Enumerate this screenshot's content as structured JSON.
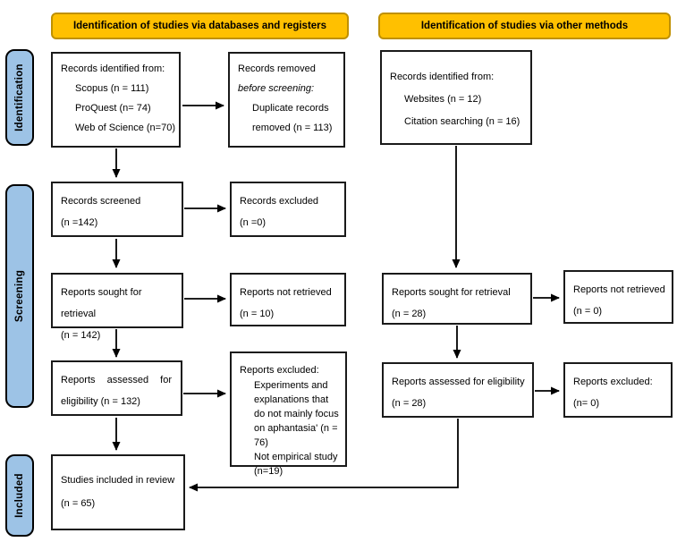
{
  "banners": {
    "databases": "Identification of studies via databases and registers",
    "other": "Identification of studies via other methods"
  },
  "stages": {
    "identification": "Identification",
    "screening": "Screening",
    "included": "Included"
  },
  "left": {
    "records_identified": {
      "lines": [
        "Records identified from:",
        "Scopus (n = 111)",
        "ProQuest (n= 74)",
        "Web of Science (n=70)"
      ]
    },
    "records_removed": {
      "lines": [
        "Records removed",
        "before screening:",
        "Duplicate records",
        "removed (n = 113)"
      ]
    },
    "records_screened": {
      "lines": [
        "Records screened",
        "(n =142)"
      ]
    },
    "records_excluded": {
      "lines": [
        "Records excluded",
        "(n =0)"
      ]
    },
    "reports_sought": {
      "lines": [
        "Reports sought for retrieval",
        "(n = 142)"
      ]
    },
    "reports_not_retrieved": {
      "lines": [
        "Reports not retrieved",
        "(n = 10)"
      ]
    },
    "reports_assessed": {
      "lines": [
        "Reports assessed for",
        "eligibility (n = 132)"
      ]
    },
    "reports_excluded": {
      "lines": [
        "Reports excluded:",
        "Experiments and explanations that do not mainly focus on aphantasia' (n = 76)",
        "Not empirical study (n=19)"
      ]
    },
    "studies_included": {
      "lines": [
        "Studies included in review",
        "(n = 65)"
      ]
    }
  },
  "right": {
    "records_identified": {
      "lines": [
        "Records identified from:",
        "Websites (n = 12)",
        "Citation searching (n = 16)"
      ]
    },
    "reports_sought": {
      "lines": [
        "Reports sought for retrieval",
        "(n = 28)"
      ]
    },
    "reports_not_retrieved": {
      "lines": [
        "Reports not retrieved",
        "(n = 0)"
      ]
    },
    "reports_assessed": {
      "lines": [
        "Reports assessed for eligibility",
        "(n = 28)"
      ]
    },
    "reports_excluded": {
      "lines": [
        "Reports excluded:",
        "(n= 0)"
      ]
    }
  },
  "colors": {
    "banner_fill": "#FFC000",
    "banner_border": "#BF9000",
    "stage_fill": "#9DC3E6",
    "box_border": "#1A1A1A"
  }
}
